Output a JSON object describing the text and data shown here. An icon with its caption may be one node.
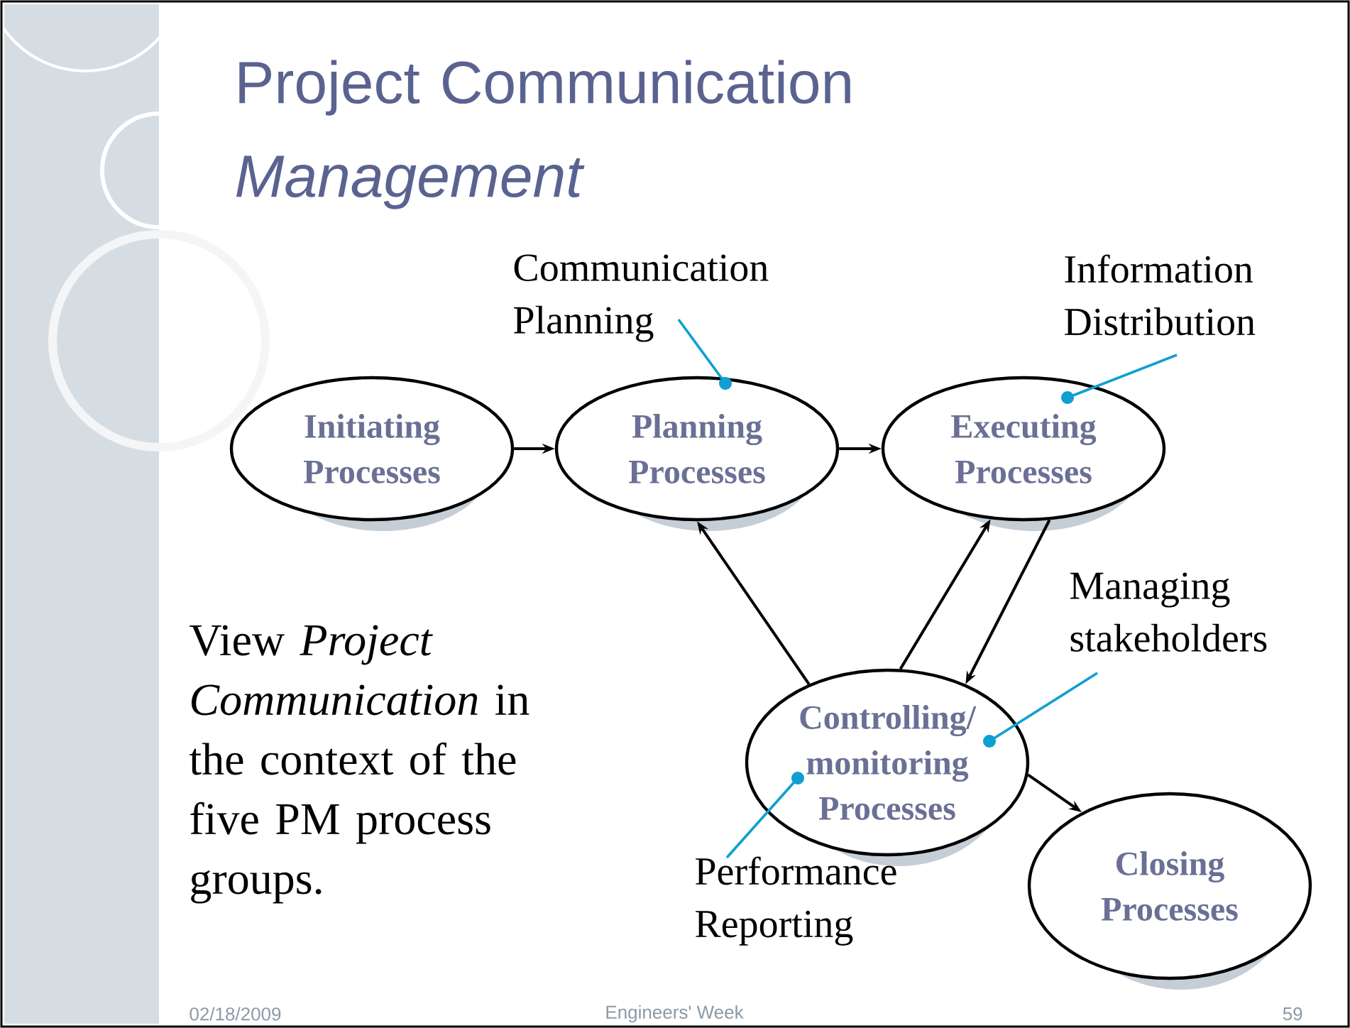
{
  "diagram": {
    "title": "Project Communication *Management*",
    "nodes": [
      {
        "text": [
          "Initiating Processes"
        ]
      },
      {
        "text": [
          "Planning Processes"
        ]
      },
      {
        "text": [
          "Executing Processes"
        ]
      },
      {
        "text": [
          "Controlling/ monitoring Processes"
        ]
      },
      {
        "text": [
          "Closing Processes"
        ]
      },
      {
        "text": [
          "Communication Planning"
        ]
      },
      {
        "text": [
          "Information Distribution"
        ]
      },
      {
        "text": [
          "Managing stakeholders"
        ]
      },
      {
        "text": [
          "Performance Reporting"
        ]
      }
    ],
    "edges": [
      {
        "from": 0,
        "to": 1,
        "arrow": "to"
      },
      {
        "from": 1,
        "to": 2,
        "arrow": "to"
      },
      {
        "from": 3,
        "to": 1,
        "arrow": "to"
      },
      {
        "from": 3,
        "to": 2,
        "arrow": "to"
      },
      {
        "from": 2,
        "to": 3,
        "arrow": "to"
      },
      {
        "from": 3,
        "to": 4,
        "arrow": "to"
      },
      {
        "from": 5,
        "to": 1,
        "arrow": "other",
        "color": "#0fa0d0"
      },
      {
        "from": 6,
        "to": 2,
        "arrow": "other",
        "color": "#0fa0d0"
      },
      {
        "from": 7,
        "to": 3,
        "arrow": "other",
        "color": "#0fa0d0"
      },
      {
        "from": 8,
        "to": 3,
        "arrow": "other",
        "color": "#0fa0d0"
      }
    ],
    "labels": [
      "View *Project Communication* in the context of the five PM process groups.",
      "02/18/2009",
      "Engineers' Week",
      "59"
    ]
  }
}
